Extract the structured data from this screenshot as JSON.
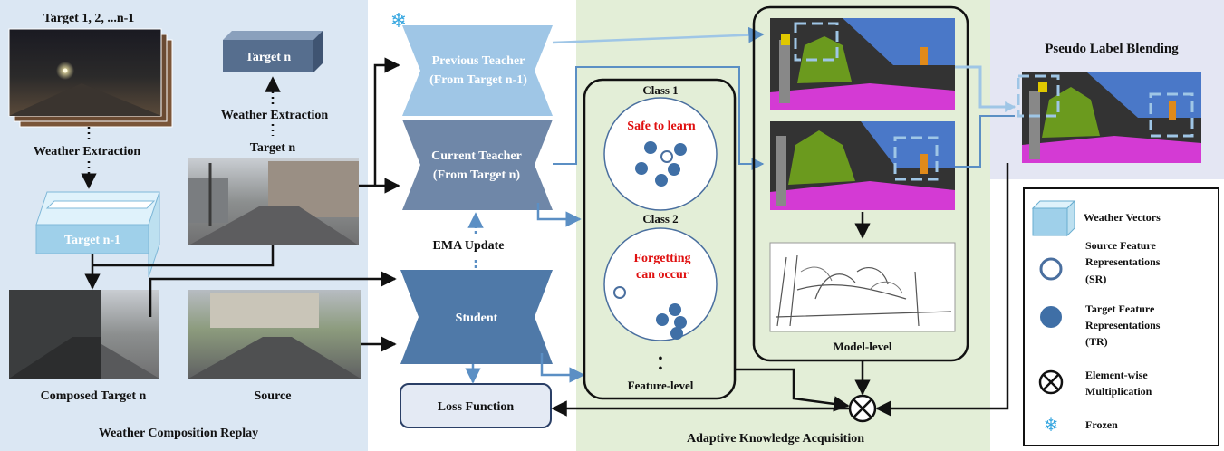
{
  "panels": {
    "wcr": {
      "title": "Weather Composition Replay",
      "bg": "#dbe7f3"
    },
    "aka": {
      "title": "Adaptive Knowledge Acquisition",
      "bg": "#e3eed7"
    },
    "plb": {
      "title": "Pseudo Label Blending",
      "bg": "#e4e6f3"
    }
  },
  "left": {
    "targets_label": "Target 1, 2, ...n-1",
    "weather_extraction_1": "Weather Extraction",
    "target_n_box": "Target n",
    "weather_extraction_2": "Weather Extraction",
    "target_n_label": "Target n",
    "target_n1_box": "Target n-1",
    "composed_label": "Composed Target n",
    "source_label": "Source"
  },
  "networks": {
    "previous_teacher": [
      "Previous Teacher",
      "(From Target n-1)"
    ],
    "current_teacher": [
      "Current Teacher",
      "(From Target n)"
    ],
    "student": "Student",
    "ema": "EMA Update",
    "loss": "Loss Function"
  },
  "feature": {
    "class1": "Class 1",
    "safe": "Safe to learn",
    "class2": "Class 2",
    "forgetting": [
      "Forgetting",
      "can occur"
    ],
    "dots": "•\n•",
    "feature_level": "Feature-level"
  },
  "model": {
    "model_level": "Model-level"
  },
  "legend": {
    "weather_vectors": "Weather Vectors",
    "sfr": [
      "Source Feature",
      "Representations",
      "(SR)"
    ],
    "tfr": [
      "Target Feature",
      "Representations",
      "(TR)"
    ],
    "elementwise": [
      "Element-wise",
      "Multiplication"
    ],
    "frozen": "Frozen"
  },
  "colors": {
    "teacher_prev": "#9fc6e6",
    "teacher_cur": "#6f87a8",
    "student": "#4f79a8",
    "arrow_blue": "#5b8fc4",
    "dot": "#3f6fa6",
    "red": "#e01010",
    "seg_sky": "#4a78c8",
    "seg_road": "#d43ad4",
    "seg_veg": "#6b9a1e",
    "seg_dark": "#333333"
  },
  "icons": {
    "frozen": "snowflake-icon",
    "multiply": "circled-times-icon"
  }
}
